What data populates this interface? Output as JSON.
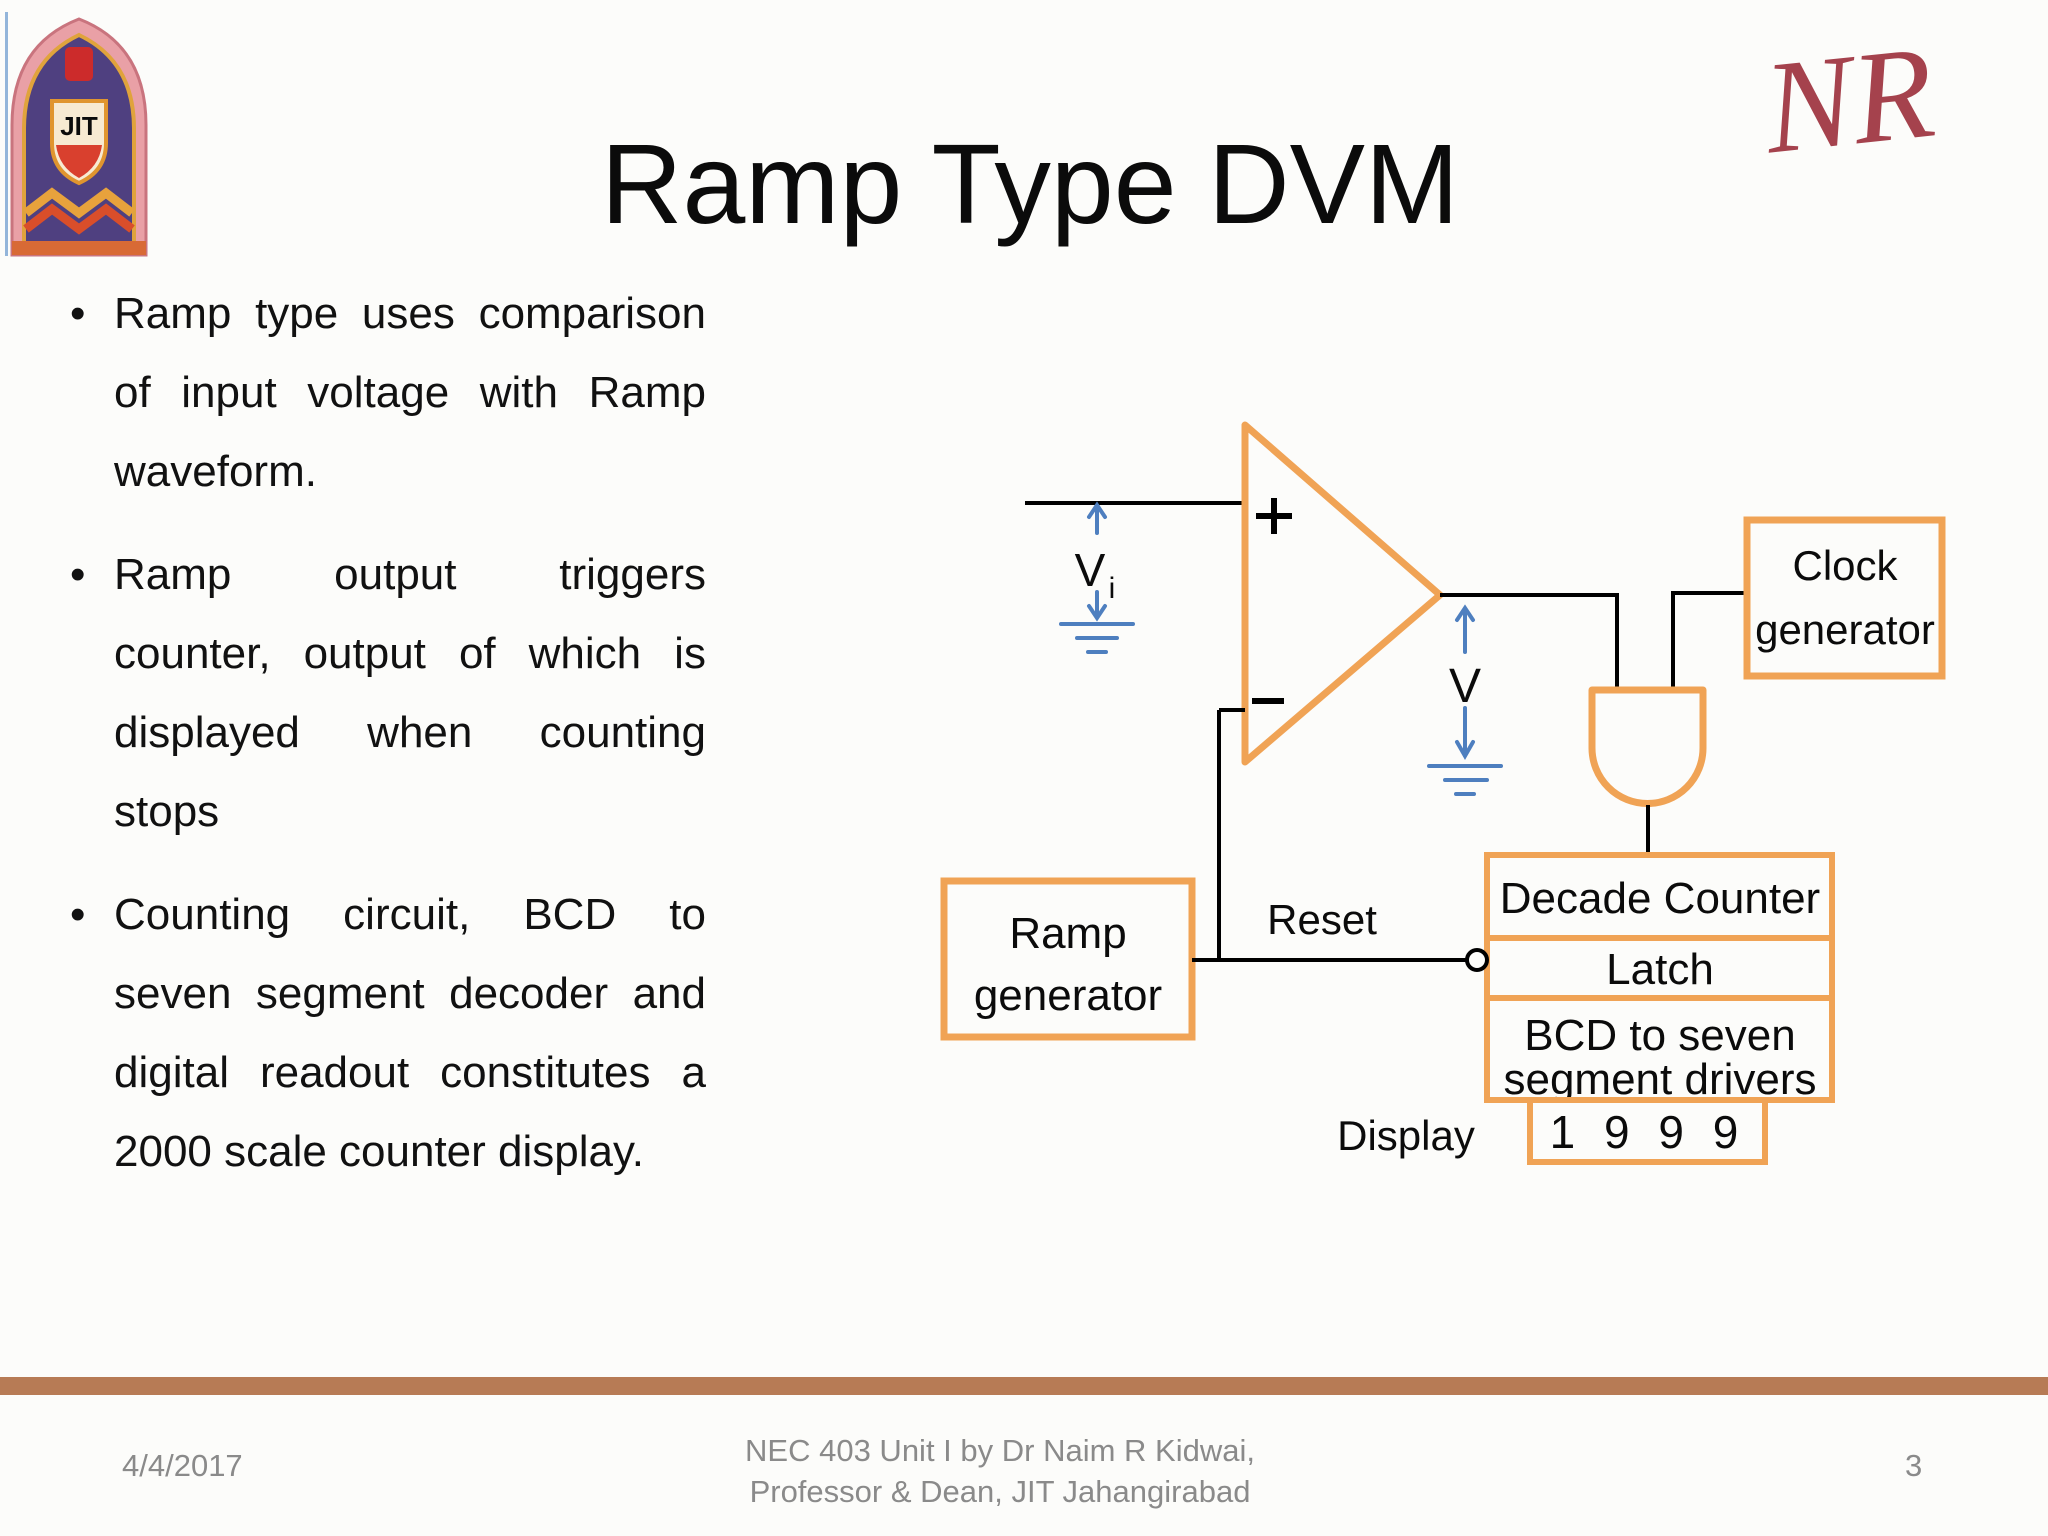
{
  "slide": {
    "title": "Ramp Type DVM",
    "monogram": "NR",
    "logo_text": "JIT",
    "footer": {
      "date": "4/4/2017",
      "center_line1": "NEC 403 Unit I by Dr Naim R Kidwai,",
      "center_line2": "Professor & Dean, JIT Jahangirabad",
      "page_number": "3"
    }
  },
  "bullets": [
    {
      "lines": [
        "Ramp type uses comparison",
        "of input voltage with Ramp",
        "waveform."
      ]
    },
    {
      "lines": [
        "Ramp output triggers",
        "counter, output of which is",
        "displayed when counting",
        "stops"
      ]
    },
    {
      "lines": [
        "Counting circuit, BCD to",
        "seven segment decoder and",
        "digital readout constitutes a",
        "2000 scale counter display."
      ]
    }
  ],
  "diagram": {
    "vi_label": "V",
    "vi_sub": "i",
    "v_label": "V",
    "plus_label": "+",
    "minus_label": "-",
    "clock": [
      "Clock",
      "generator"
    ],
    "ramp": [
      "Ramp",
      "generator"
    ],
    "decade_counter": "Decade Counter",
    "latch": "Latch",
    "bcd": [
      "BCD to seven",
      "segment drivers"
    ],
    "display_value": "1 9 9 9",
    "reset_label": "Reset",
    "display_label": "Display",
    "colors": {
      "outline_orange": "#f0a355",
      "arrow_blue": "#4e7fbf",
      "wire_black": "#000000",
      "footer_bar_brown": "#b77b55",
      "footer_text_gray": "#8a8a8a",
      "monogram_red": "#a5424d"
    }
  }
}
